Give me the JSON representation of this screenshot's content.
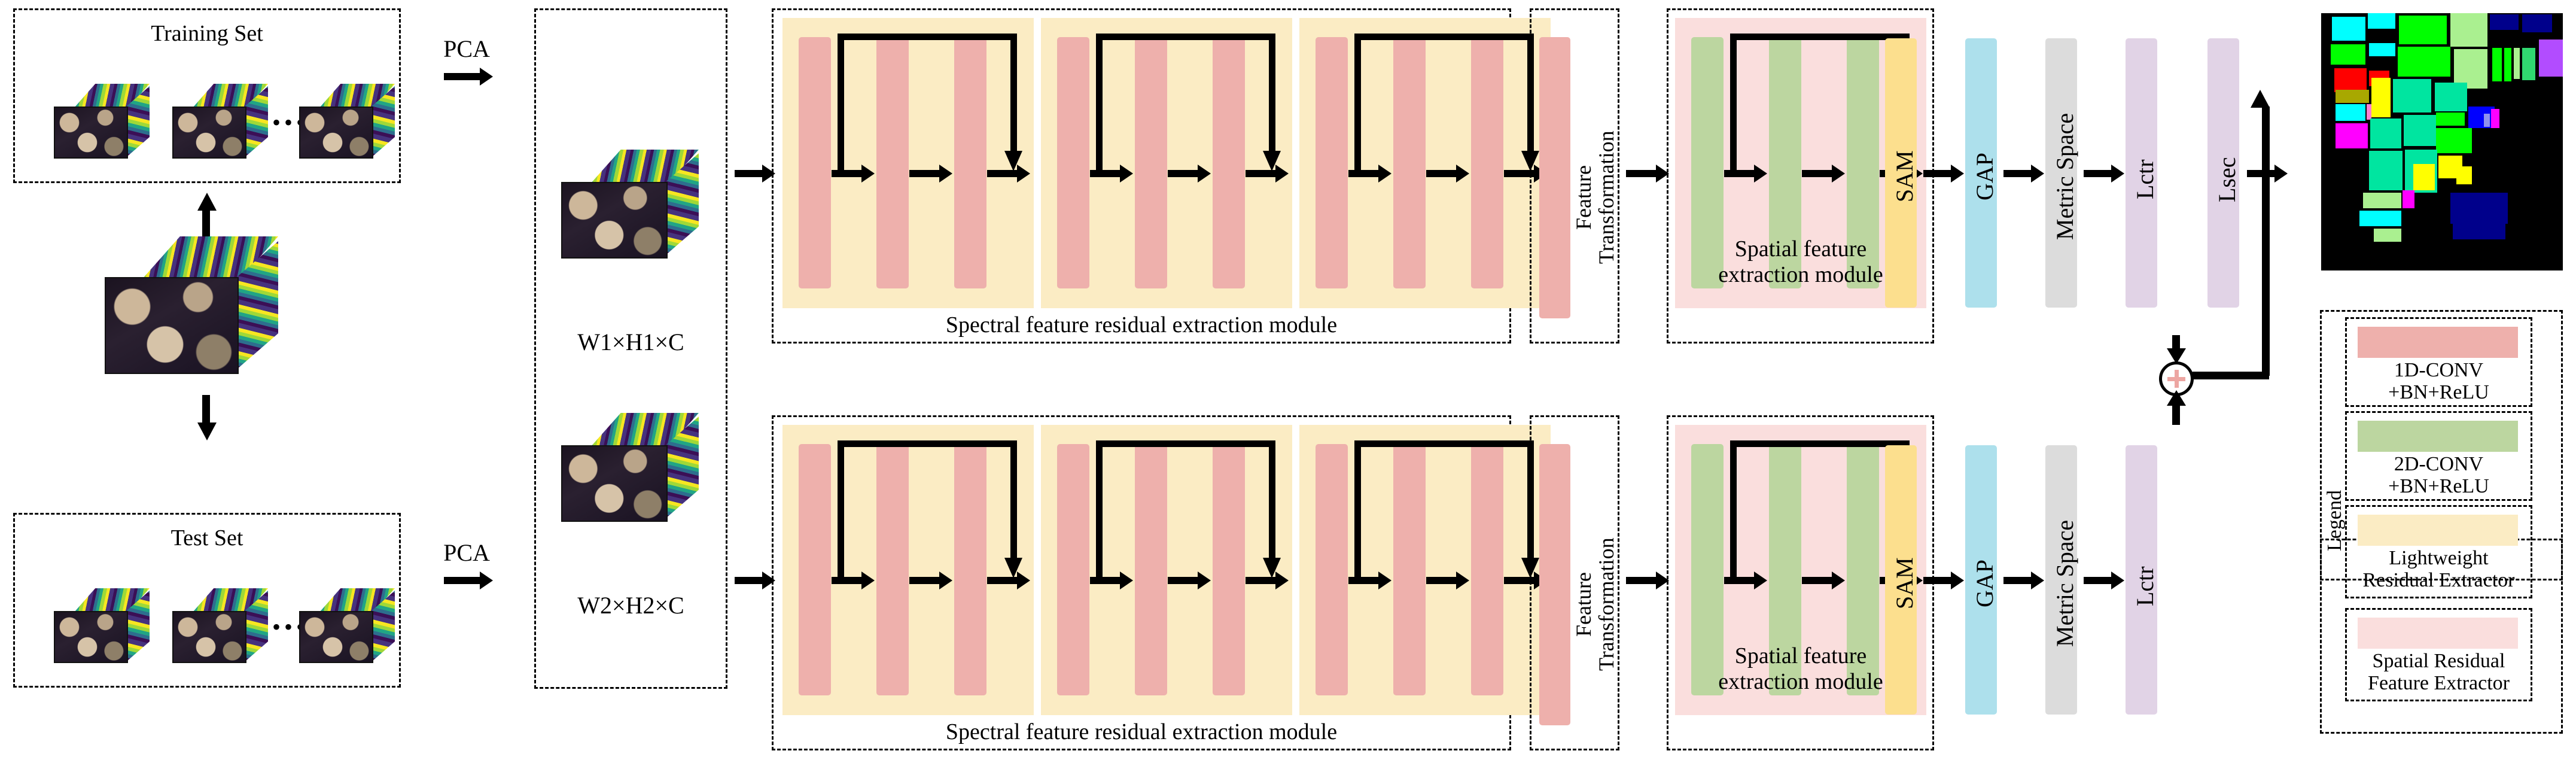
{
  "diagram": {
    "title": "Dual-branch spectral-spatial residual network architecture",
    "colors": {
      "conv1d": "#eeb0ac",
      "conv2d": "#bcd6a0",
      "lightweight_residual": "#fbecc4",
      "spatial_residual": "#fadedd",
      "sam": "#fcdf8e",
      "gap": "#ade0ec",
      "metric_space": "#dcdcdc",
      "loss": "#e1d3e6",
      "stroke": "#000000"
    },
    "datasets": {
      "training_set": {
        "label": "Training Set",
        "ellipsis": "•••"
      },
      "test_set": {
        "label": "Test Set",
        "ellipsis": "•••"
      }
    },
    "pca": {
      "top_label": "PCA",
      "bottom_label": "PCA"
    },
    "cube_shapes": {
      "top": "W1×H1×C",
      "bottom": "W2×H2×C"
    },
    "modules": {
      "spectral_top": "Spectral feature residual extraction module",
      "spectral_bottom": "Spectral feature residual extraction module",
      "feature_transformation_top": "Feature\nTransformation",
      "feature_transformation_bottom": "Feature\nTransformation",
      "spatial_top_line1": "Spatial feature",
      "spatial_top_line2": "extraction module",
      "spatial_bottom_line1": "Spatial feature",
      "spatial_bottom_line2": "extraction module"
    },
    "heads_top": {
      "sam": "SAM",
      "gap": "GAP",
      "metric_space": "Metric Space",
      "lctr": "Lctr",
      "lsec": "Lsec"
    },
    "heads_bottom": {
      "sam": "SAM",
      "gap": "GAP",
      "metric_space": "Metric Space",
      "lctr": "Lctr"
    },
    "merge_node": {
      "symbol": "+",
      "name": "element-wise-addition"
    },
    "legend": {
      "title": "Legend",
      "items": [
        {
          "swatch": "#eeb0ac",
          "line1": "1D-CONV",
          "line2": "+BN+ReLU"
        },
        {
          "swatch": "#bcd6a0",
          "line1": "2D-CONV",
          "line2": "+BN+ReLU"
        },
        {
          "swatch": "#fbecc4",
          "line1": "Lightweight",
          "line2": "Residual Extractor"
        },
        {
          "swatch": "#fadedd",
          "line1": "Spatial Residual",
          "line2": "Feature Extractor"
        }
      ]
    },
    "classification_map": {
      "name": "classification-result-map",
      "background": "#000000",
      "class_colors": [
        "#00ffff",
        "#00ff00",
        "#ff0000",
        "#a8a800",
        "#00ffff",
        "#ff00ff",
        "#00e5a0",
        "#ffff00",
        "#aaf090",
        "#00008b",
        "#b24cff",
        "#9090ee",
        "#0000ff",
        "#30d870"
      ]
    }
  }
}
